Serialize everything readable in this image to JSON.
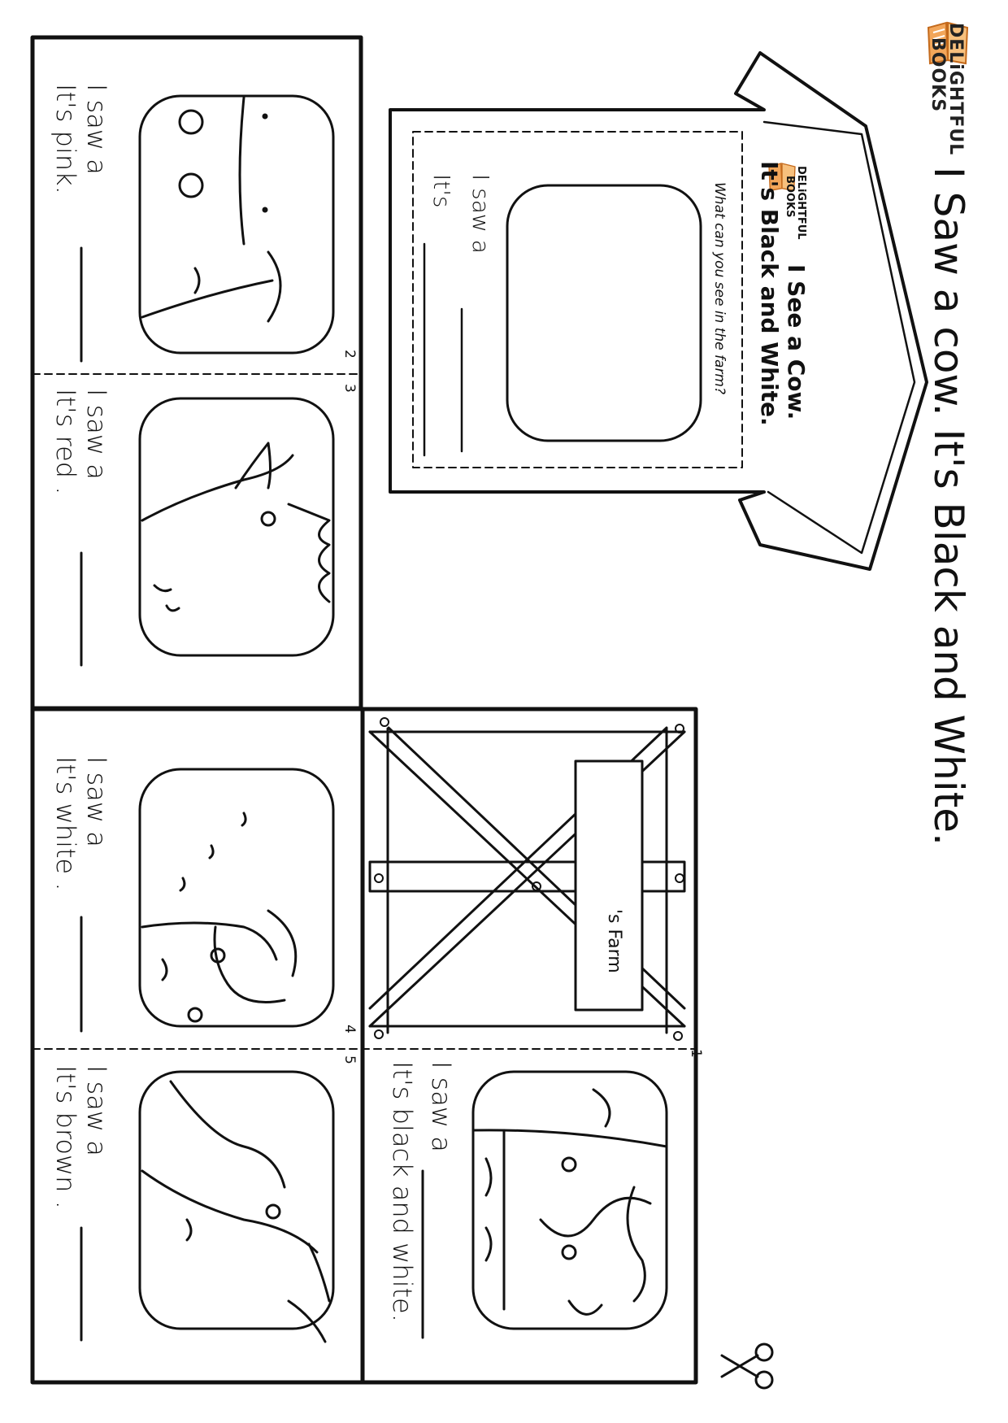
{
  "brand": {
    "line1": "DELiGHTFUL",
    "line2": "BOOKS"
  },
  "title": "I Saw a cow.  It's Black and White.",
  "cover": {
    "brand1": "DELiGHTFUL",
    "brand2": "BOOKS",
    "title1": "I See a Cow.",
    "title2": "It's Black and White.",
    "prompt": "What can you see in the farm?",
    "line1": "I saw a",
    "line2": "It's"
  },
  "farm_sign": "'s Farm",
  "pages": [
    {
      "num": "1",
      "line1": "I saw a",
      "line2": "It's black and white."
    },
    {
      "num": "2",
      "line1": "I saw a",
      "line2": "It's pink."
    },
    {
      "num": "3",
      "line1": "I saw a",
      "line2": "It's red ."
    },
    {
      "num": "4",
      "line1": "I saw a",
      "line2": "It's white ."
    },
    {
      "num": "5",
      "line1": "I saw a",
      "line2": "It's brown ."
    }
  ],
  "icons": [
    "book-icon",
    "scissors-icon"
  ]
}
